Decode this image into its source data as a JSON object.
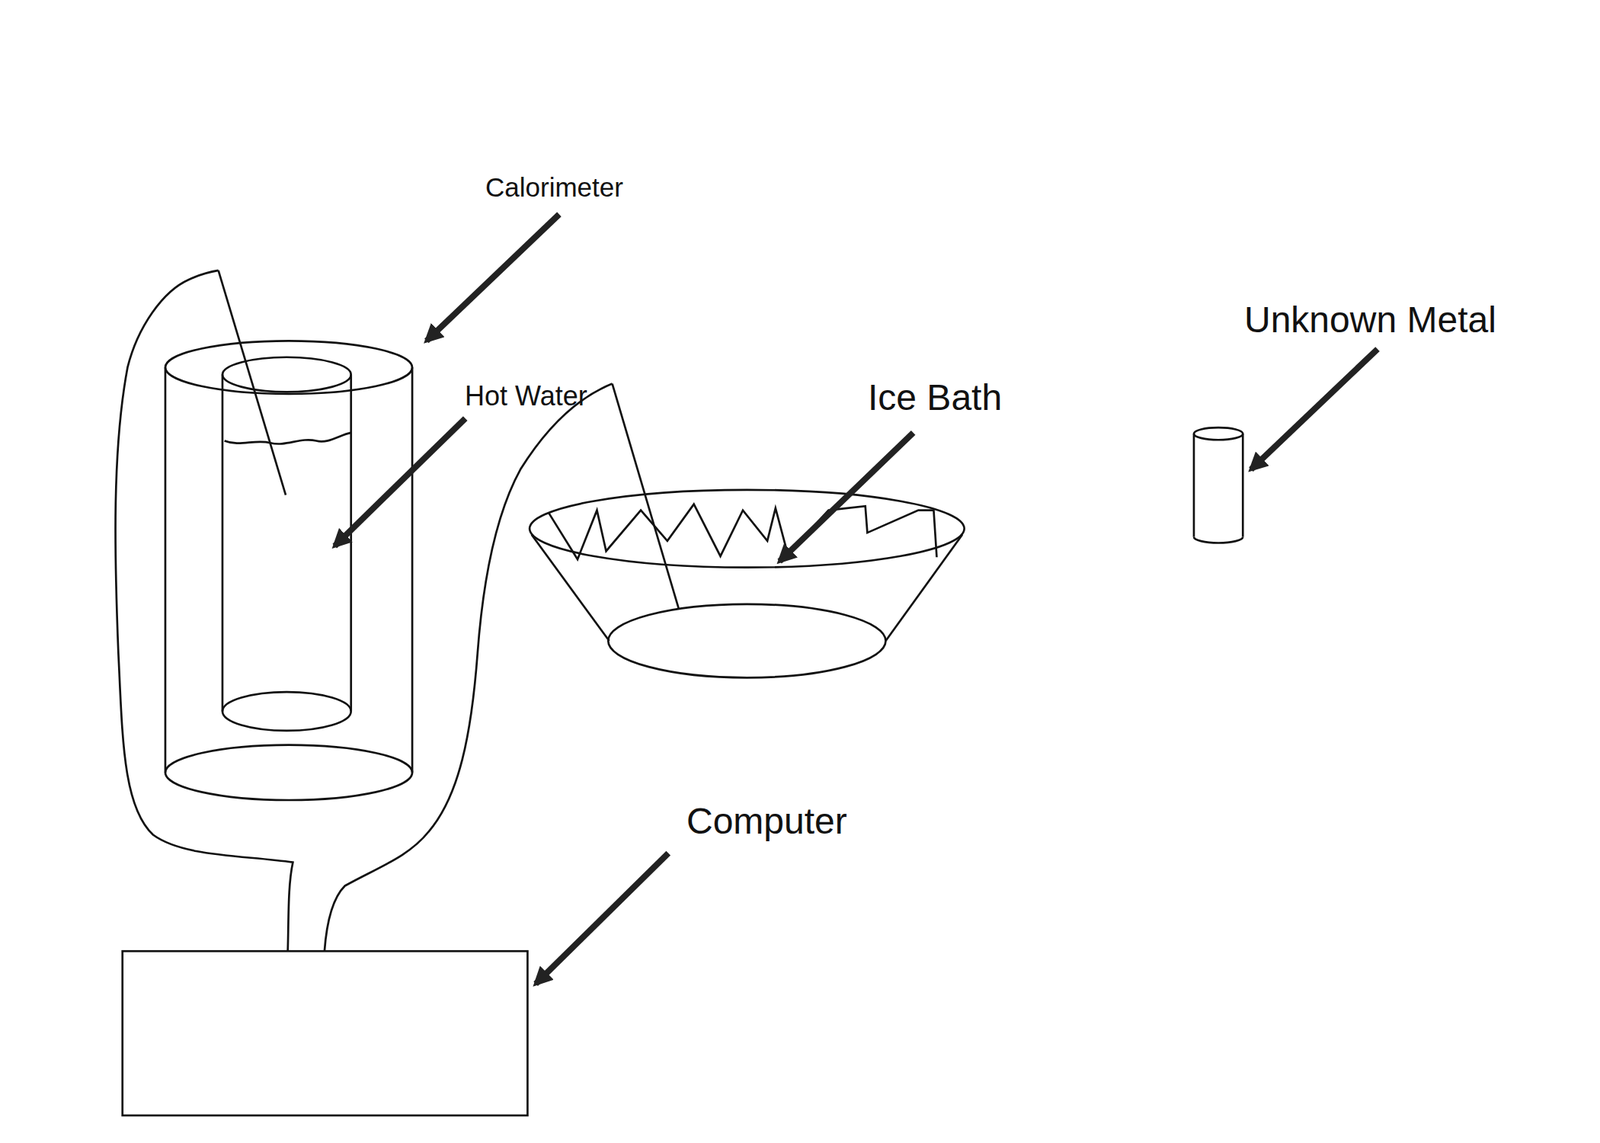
{
  "diagram": {
    "labels": [
      "Calorimeter",
      "Unknown Metal",
      "Ice Bath",
      "Hot Water",
      "Computer"
    ]
  }
}
